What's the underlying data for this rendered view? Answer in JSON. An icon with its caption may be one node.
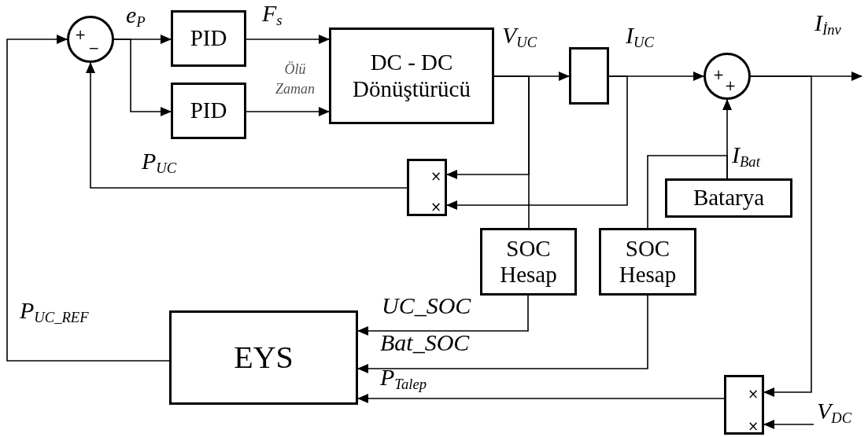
{
  "diagram": {
    "nodes": [
      {
        "text": [
          "+",
          "−"
        ]
      },
      {
        "text": [
          "PID"
        ]
      },
      {
        "text": [
          "PID"
        ]
      },
      {
        "text": [
          "DC - DC Dönüştürücü"
        ]
      },
      {
        "text": [],
        "shape": "box"
      },
      {
        "text": [
          "+",
          "+"
        ]
      },
      {
        "text": [
          "×",
          "×"
        ]
      },
      {
        "text": [
          "Batarya"
        ]
      },
      {
        "text": [
          "SOC Hesap"
        ]
      },
      {
        "text": [
          "SOC Hesap"
        ]
      },
      {
        "text": [
          "EYS"
        ]
      },
      {
        "text": [
          "×",
          "×"
        ]
      }
    ],
    "edges": [
      {
        "from": 10,
        "to": 0,
        "arrow": "to",
        "label": "P$_{UC_REF}$"
      },
      {
        "from": 6,
        "to": 0,
        "arrow": "to",
        "label": "P$_{UC}$"
      },
      {
        "from": 0,
        "to": 1,
        "arrow": "to",
        "label": "e$_{P}$"
      },
      {
        "from": 0,
        "to": 2,
        "arrow": "to"
      },
      {
        "from": 1,
        "to": 3,
        "arrow": "to",
        "label": "F$_{s}$"
      },
      {
        "from": 2,
        "to": 3,
        "arrow": "to",
        "label": "Ölü Zaman"
      },
      {
        "from": 3,
        "to": 4,
        "arrow": "to",
        "label": "V$_{UC}$"
      },
      {
        "from": 3,
        "to": 6,
        "arrow": "to"
      },
      {
        "from": 3,
        "to": 8,
        "arrow": "none"
      },
      {
        "from": 4,
        "to": 5,
        "arrow": "to",
        "label": "I$_{UC}$"
      },
      {
        "from": 4,
        "to": 6,
        "arrow": "to"
      },
      {
        "from": 7,
        "to": 5,
        "arrow": "to",
        "label": "I$_{Bat}$"
      },
      {
        "from": 7,
        "to": 9,
        "arrow": "none"
      },
      {
        "from": 5,
        "to": null,
        "arrow": "to",
        "label": "I$_{İnv}$"
      },
      {
        "from": 5,
        "to": 11,
        "arrow": "to"
      },
      {
        "from": null,
        "to": 11,
        "arrow": "to",
        "label": "V$_{DC}$"
      },
      {
        "from": 8,
        "to": 10,
        "arrow": "to",
        "label": "UC_SOC"
      },
      {
        "from": 9,
        "to": 10,
        "arrow": "to",
        "label": "Bat_SOC"
      },
      {
        "from": 11,
        "to": 10,
        "arrow": "to",
        "label": "P$_{Talep}$"
      }
    ]
  }
}
